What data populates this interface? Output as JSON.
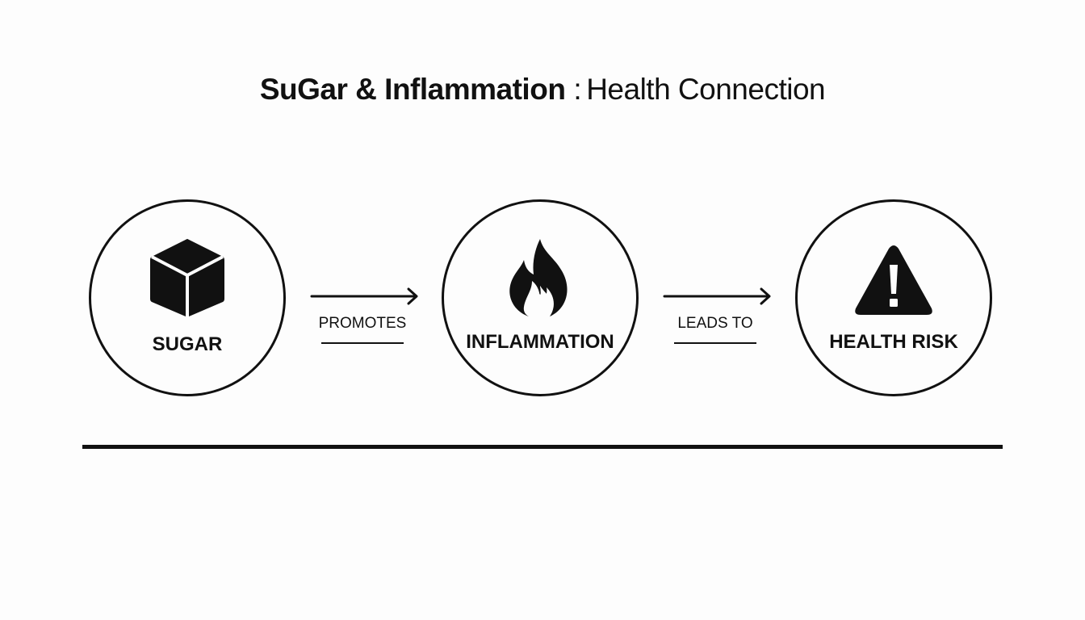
{
  "title": {
    "bold": "SuGar & Inflammation",
    "separator": ":",
    "rest": "Health Connection"
  },
  "nodes": [
    {
      "label": "SUGAR",
      "icon": "sugar-cube-icon"
    },
    {
      "label": "INFLAMMATION",
      "icon": "flame-icon"
    },
    {
      "label": "HEALTH RISK",
      "icon": "warning-triangle-icon"
    }
  ],
  "connectors": [
    {
      "label": "PROMOTES",
      "icon": "arrow-right-icon"
    },
    {
      "label": "LEADS TO",
      "icon": "arrow-right-icon"
    }
  ],
  "colors": {
    "ink": "#111111",
    "background": "#fdfdfd"
  }
}
